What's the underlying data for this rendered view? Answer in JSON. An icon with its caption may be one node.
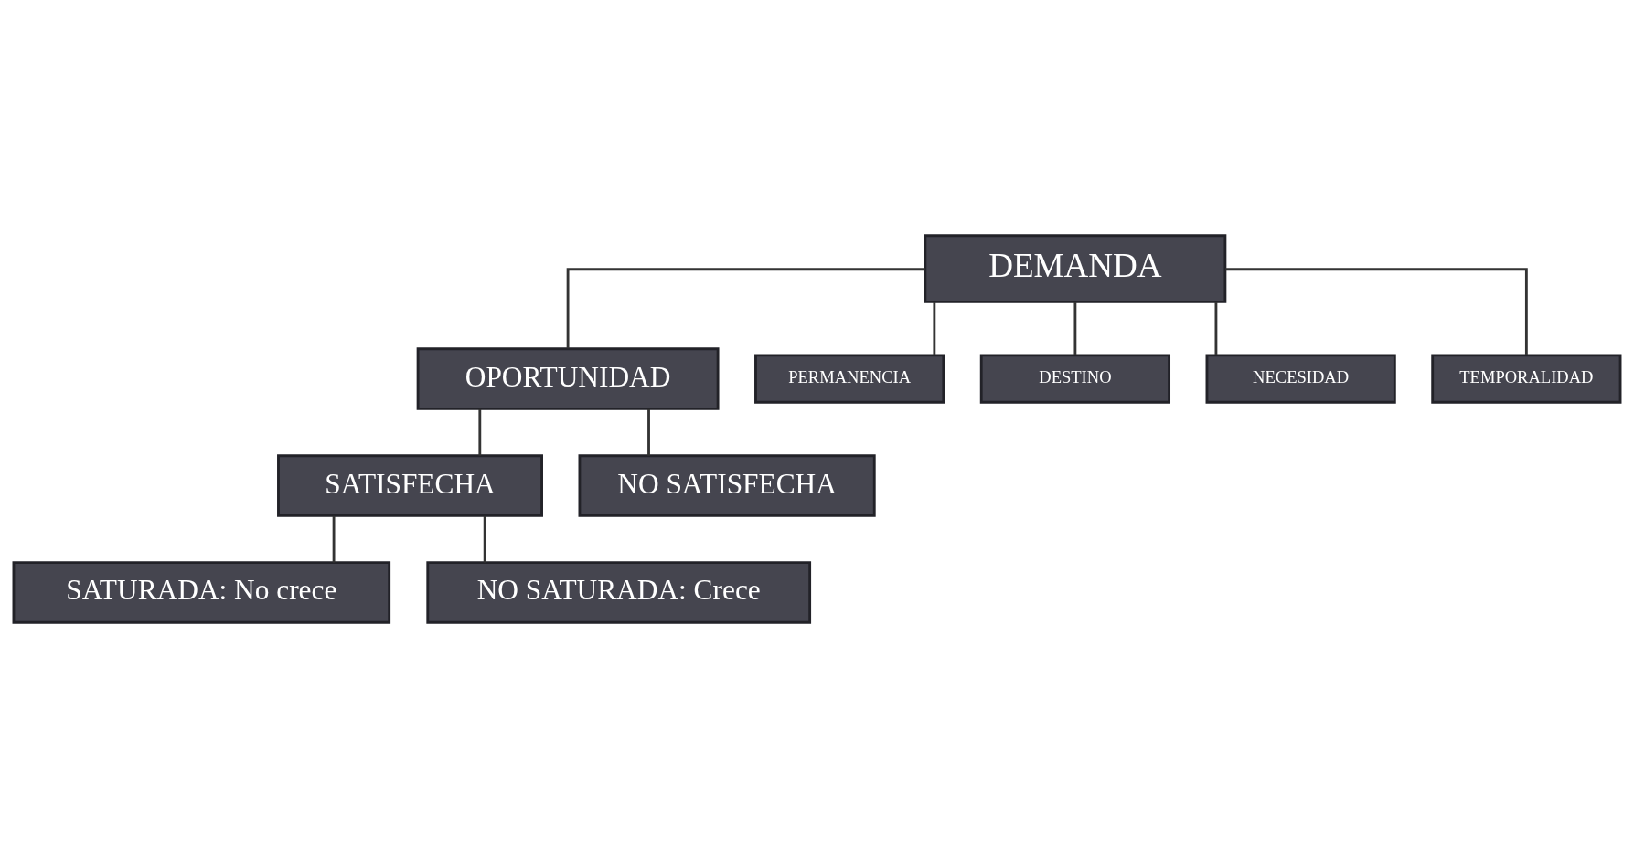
{
  "diagram": {
    "nodes": [
      {
        "text": [
          "DEMANDA"
        ]
      },
      {
        "text": [
          "OPORTUNIDAD"
        ]
      },
      {
        "text": [
          "PERMANENCIA"
        ]
      },
      {
        "text": [
          "DESTINO"
        ]
      },
      {
        "text": [
          "NECESIDAD"
        ]
      },
      {
        "text": [
          "TEMPORALIDAD"
        ]
      },
      {
        "text": [
          "SATISFECHA"
        ]
      },
      {
        "text": [
          "NO SATISFECHA"
        ]
      },
      {
        "text": [
          "SATURADA: No crece"
        ]
      },
      {
        "text": [
          "NO SATURADA: Crece"
        ]
      }
    ],
    "edges": [
      {
        "from": 0,
        "to": 1,
        "arrow": "none"
      },
      {
        "from": 0,
        "to": 2,
        "arrow": "none"
      },
      {
        "from": 0,
        "to": 3,
        "arrow": "none"
      },
      {
        "from": 0,
        "to": 4,
        "arrow": "none"
      },
      {
        "from": 0,
        "to": 5,
        "arrow": "none"
      },
      {
        "from": 1,
        "to": 6,
        "arrow": "none"
      },
      {
        "from": 1,
        "to": 7,
        "arrow": "none"
      },
      {
        "from": 6,
        "to": 8,
        "arrow": "none"
      },
      {
        "from": 6,
        "to": 9,
        "arrow": "none"
      }
    ]
  }
}
